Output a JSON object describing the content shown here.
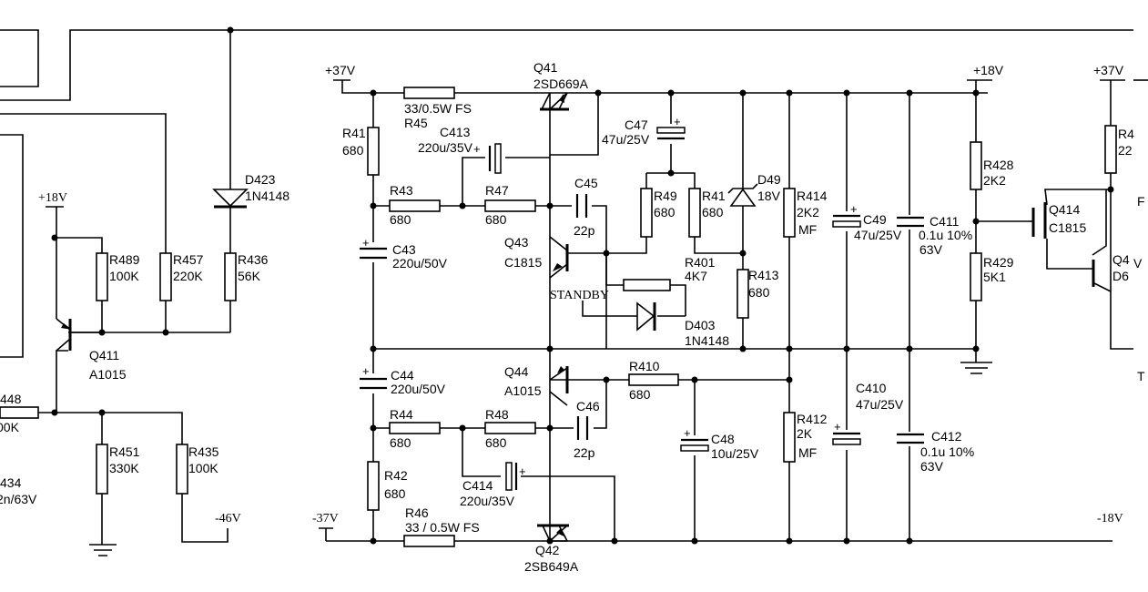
{
  "rails": {
    "plus37_left": "+37V",
    "plus18_right": "+18V",
    "plus37_right": "+37V",
    "plus18_left": "+18V",
    "minus37": "-37V",
    "minus18": "-18V",
    "minus46": "-46V"
  },
  "components": {
    "q41": {
      "ref": "Q41",
      "value": "2SD669A"
    },
    "q42": {
      "ref": "Q42",
      "value": "2SB649A"
    },
    "q43": {
      "ref": "Q43",
      "value": "C1815"
    },
    "q44": {
      "ref": "Q44",
      "value": "A1015"
    },
    "q411": {
      "ref": "Q411",
      "value": "A1015"
    },
    "q414": {
      "ref": "Q414",
      "value": "C1815"
    },
    "q4x": {
      "ref": "Q4",
      "value": "D6"
    },
    "r41": {
      "ref": "R41",
      "value": "680"
    },
    "r42": {
      "ref": "R42",
      "value": "680"
    },
    "r43": {
      "ref": "R43",
      "value": "680"
    },
    "r44": {
      "ref": "R44",
      "value": "680"
    },
    "r45": {
      "ref": "R45",
      "value": "33/0.5W  FS"
    },
    "r46": {
      "ref": "R46",
      "value": "33 / 0.5W   FS"
    },
    "r47": {
      "ref": "R47",
      "value": "680"
    },
    "r48": {
      "ref": "R48",
      "value": "680"
    },
    "r49": {
      "ref": "R49",
      "value": "680"
    },
    "r41x": {
      "ref": "R41",
      "value": "680"
    },
    "r401": {
      "ref": "R401",
      "value": "4K7"
    },
    "r410": {
      "ref": "R410",
      "value": "680"
    },
    "r412": {
      "ref": "R412",
      "value": "2K",
      "note": "MF"
    },
    "r413": {
      "ref": "R413",
      "value": "680"
    },
    "r414": {
      "ref": "R414",
      "value": "2K2",
      "note": "MF"
    },
    "r428": {
      "ref": "R428",
      "value": "2K2"
    },
    "r429": {
      "ref": "R429",
      "value": "5K1"
    },
    "r435": {
      "ref": "R435",
      "value": "100K"
    },
    "r436": {
      "ref": "R436",
      "value": "56K"
    },
    "r451": {
      "ref": "R451",
      "value": "330K"
    },
    "r457": {
      "ref": "R457",
      "value": "220K"
    },
    "r489": {
      "ref": "R489",
      "value": "100K"
    },
    "r448": {
      "ref": "448",
      "value": "00K"
    },
    "r4x": {
      "ref": "R4",
      "value": "22"
    },
    "c43": {
      "ref": "C43",
      "value": "220u/50V"
    },
    "c44": {
      "ref": "C44",
      "value": "220u/50V"
    },
    "c45": {
      "ref": "C45",
      "value": "22p"
    },
    "c46": {
      "ref": "C46",
      "value": "22p"
    },
    "c47": {
      "ref": "C47",
      "value": "47u/25V"
    },
    "c48": {
      "ref": "C48",
      "value": "10u/25V"
    },
    "c49": {
      "ref": "C49",
      "value": "47u/25V"
    },
    "c410": {
      "ref": "C410",
      "value": "47u/25V"
    },
    "c411": {
      "ref": "C411",
      "value": "0.1u 10%",
      "rating": "63V"
    },
    "c412": {
      "ref": "C412",
      "value": "0.1u 10%",
      "rating": "63V"
    },
    "c413": {
      "ref": "C413",
      "value": "220u/35V"
    },
    "c414": {
      "ref": "C414",
      "value": "220u/35V"
    },
    "c434": {
      "ref": "434",
      "value": "2n/63V"
    },
    "d49": {
      "ref": "D49",
      "value": "18V"
    },
    "d403": {
      "ref": "D403",
      "value": "1N4148"
    },
    "d423": {
      "ref": "D423",
      "value": "1N4148"
    }
  },
  "labels": {
    "standby": "STANDBY",
    "edge_f": "F",
    "edge_v": "V",
    "edge_t": "T"
  }
}
